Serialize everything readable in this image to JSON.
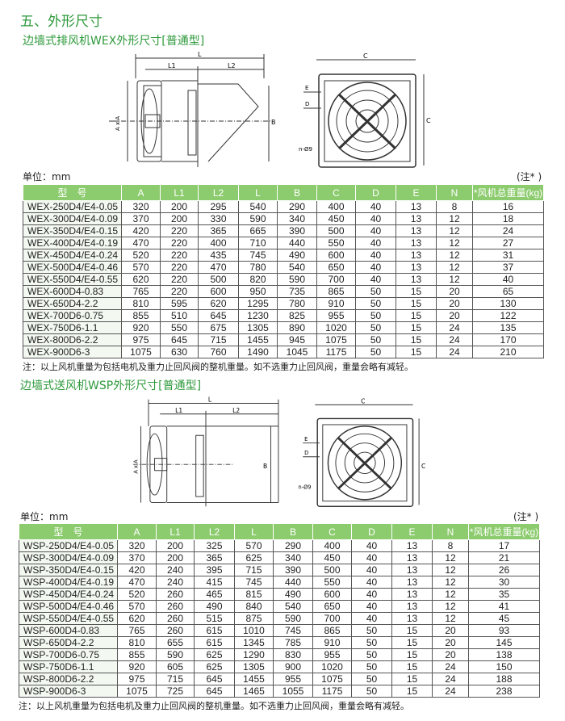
{
  "title": "五、外形尺寸",
  "sections": [
    {
      "subtitle": "边墙式排风机WEX外形尺寸[普通型]",
      "unit": "单位：mm",
      "note_mark": "(注* )",
      "headers": [
        "型　号",
        "A",
        "L1",
        "L2",
        "L",
        "B",
        "C",
        "D",
        "E",
        "N",
        "*风机总重量(kg)"
      ],
      "rows": [
        [
          "WEX-250D4/E4-0.05",
          "320",
          "200",
          "295",
          "540",
          "290",
          "400",
          "40",
          "13",
          "8",
          "16"
        ],
        [
          "WEX-300D4/E4-0.09",
          "370",
          "200",
          "330",
          "590",
          "340",
          "450",
          "40",
          "13",
          "12",
          "18"
        ],
        [
          "WEX-350D4/E4-0.15",
          "420",
          "220",
          "365",
          "665",
          "390",
          "500",
          "40",
          "13",
          "12",
          "24"
        ],
        [
          "WEX-400D4/E4-0.19",
          "470",
          "220",
          "400",
          "710",
          "440",
          "550",
          "40",
          "13",
          "12",
          "27"
        ],
        [
          "WEX-450D4/E4-0.24",
          "520",
          "220",
          "435",
          "745",
          "490",
          "600",
          "40",
          "13",
          "12",
          "31"
        ],
        [
          "WEX-500D4/E4-0.46",
          "570",
          "220",
          "470",
          "780",
          "540",
          "650",
          "40",
          "13",
          "12",
          "37"
        ],
        [
          "WEX-550D4/E4-0.55",
          "620",
          "220",
          "500",
          "820",
          "590",
          "700",
          "40",
          "13",
          "12",
          "40"
        ],
        [
          "WEX-600D4-0.83",
          "765",
          "220",
          "600",
          "950",
          "735",
          "865",
          "50",
          "15",
          "20",
          "65"
        ],
        [
          "WEX-650D4-2.2",
          "810",
          "595",
          "620",
          "1295",
          "780",
          "910",
          "50",
          "15",
          "20",
          "130"
        ],
        [
          "WEX-700D6-0.75",
          "855",
          "510",
          "645",
          "1230",
          "825",
          "955",
          "50",
          "15",
          "20",
          "122"
        ],
        [
          "WEX-750D6-1.1",
          "920",
          "550",
          "675",
          "1305",
          "890",
          "1020",
          "50",
          "15",
          "24",
          "135"
        ],
        [
          "WEX-800D6-2.2",
          "975",
          "645",
          "715",
          "1455",
          "945",
          "1075",
          "50",
          "15",
          "24",
          "170"
        ],
        [
          "WEX-900D6-3",
          "1075",
          "630",
          "760",
          "1490",
          "1045",
          "1175",
          "50",
          "15",
          "24",
          "210"
        ]
      ],
      "note": "注：以上风机重量为包括电机及重力止回风阀的整机重量。如不选重力止回风阀，重量会略有减轻。"
    },
    {
      "subtitle": "边墙式送风机WSP外形尺寸[普通型]",
      "unit": "单位：mm",
      "note_mark": "(注* )",
      "headers": [
        "型　号",
        "A",
        "L1",
        "L2",
        "L",
        "B",
        "C",
        "D",
        "E",
        "N",
        "*风机总重量(kg)"
      ],
      "rows": [
        [
          "WSP-250D4/E4-0.05",
          "320",
          "200",
          "325",
          "570",
          "290",
          "400",
          "40",
          "13",
          "8",
          "17"
        ],
        [
          "WSP-300D4/E4-0.09",
          "370",
          "200",
          "365",
          "625",
          "340",
          "450",
          "40",
          "13",
          "12",
          "21"
        ],
        [
          "WSP-350D4/E4-0.15",
          "420",
          "240",
          "395",
          "715",
          "390",
          "500",
          "40",
          "13",
          "12",
          "26"
        ],
        [
          "WSP-400D4/E4-0.19",
          "470",
          "240",
          "415",
          "745",
          "440",
          "550",
          "40",
          "13",
          "12",
          "30"
        ],
        [
          "WSP-450D4/E4-0.24",
          "520",
          "260",
          "465",
          "815",
          "490",
          "600",
          "40",
          "13",
          "12",
          "35"
        ],
        [
          "WSP-500D4/E4-0.46",
          "570",
          "260",
          "490",
          "840",
          "540",
          "650",
          "40",
          "13",
          "12",
          "41"
        ],
        [
          "WSP-550D4/E4-0.55",
          "620",
          "260",
          "515",
          "875",
          "590",
          "700",
          "40",
          "13",
          "12",
          "45"
        ],
        [
          "WSP-600D4-0.83",
          "765",
          "260",
          "615",
          "1010",
          "745",
          "865",
          "50",
          "15",
          "20",
          "93"
        ],
        [
          "WSP-650D4-2.2",
          "810",
          "655",
          "615",
          "1345",
          "785",
          "910",
          "50",
          "15",
          "20",
          "145"
        ],
        [
          "WSP-700D6-0.75",
          "855",
          "590",
          "625",
          "1290",
          "830",
          "955",
          "50",
          "15",
          "20",
          "138"
        ],
        [
          "WSP-750D6-1.1",
          "920",
          "605",
          "625",
          "1305",
          "900",
          "1020",
          "50",
          "15",
          "24",
          "150"
        ],
        [
          "WSP-800D6-2.2",
          "975",
          "715",
          "645",
          "1455",
          "955",
          "1075",
          "50",
          "15",
          "24",
          "188"
        ],
        [
          "WSP-900D6-3",
          "1075",
          "725",
          "645",
          "1465",
          "1055",
          "1175",
          "50",
          "15",
          "24",
          "238"
        ]
      ],
      "note": "注：以上风机重量为包括电机及重力止回风阀的整机重量。如不选重力止回风阀，重量会略有减轻。"
    }
  ],
  "diagram_labels": {
    "L": "L",
    "L1": "L1",
    "L2": "L2",
    "AxA": "A x A",
    "B": "B",
    "C": "C",
    "D": "D",
    "E": "E",
    "hole": "n-Ø9"
  }
}
